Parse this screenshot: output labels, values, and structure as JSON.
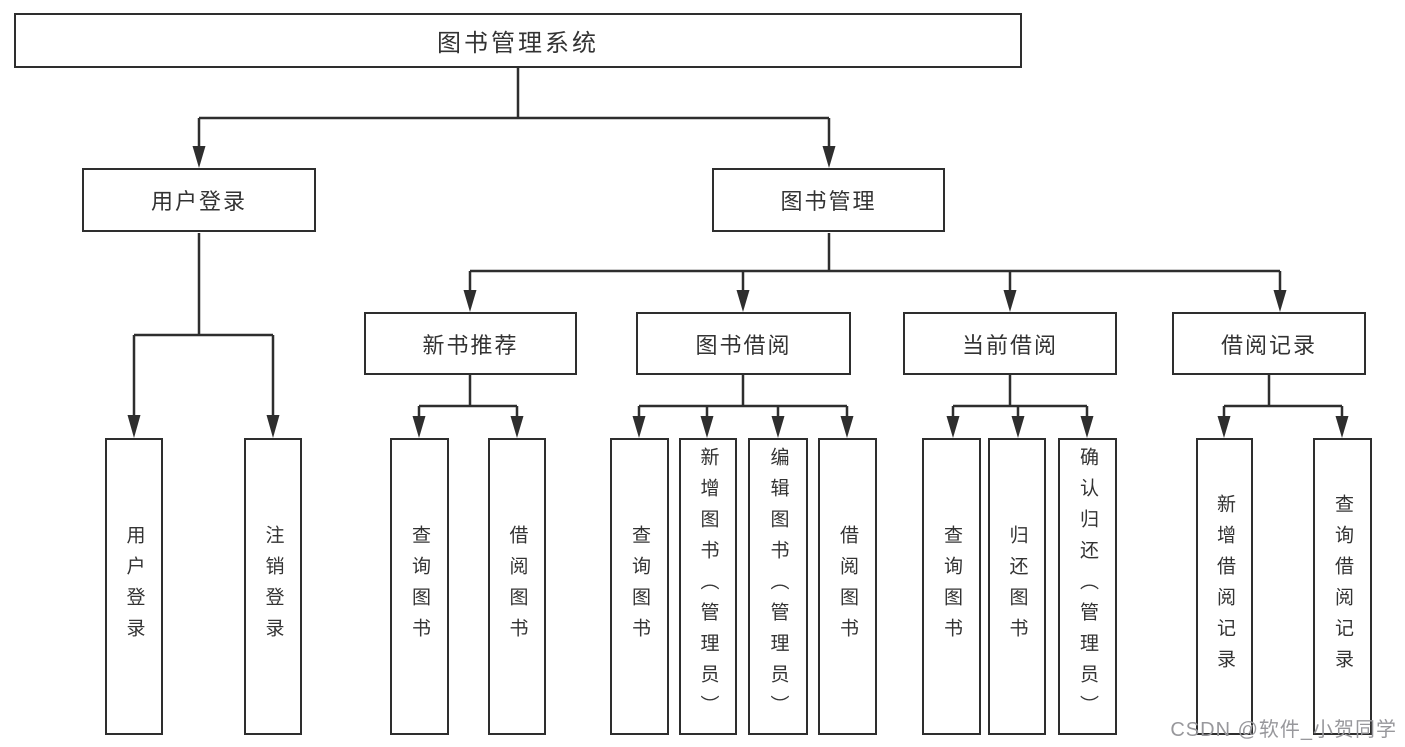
{
  "diagram": {
    "tree": {
      "label": "图书管理系统",
      "children": [
        {
          "label": "用户登录",
          "children": [
            {
              "label": "用户登录"
            },
            {
              "label": "注销登录"
            }
          ]
        },
        {
          "label": "图书管理",
          "children": [
            {
              "label": "新书推荐",
              "children": [
                {
                  "label": "查询图书"
                },
                {
                  "label": "借阅图书"
                }
              ]
            },
            {
              "label": "图书借阅",
              "children": [
                {
                  "label": "查询图书"
                },
                {
                  "label": "新增图书（管理员）"
                },
                {
                  "label": "编辑图书（管理员）"
                },
                {
                  "label": "借阅图书"
                }
              ]
            },
            {
              "label": "当前借阅",
              "children": [
                {
                  "label": "查询图书"
                },
                {
                  "label": "归还图书"
                },
                {
                  "label": "确认归还（管理员）"
                }
              ]
            },
            {
              "label": "借阅记录",
              "children": [
                {
                  "label": "新增借阅记录"
                },
                {
                  "label": "查询借阅记录"
                }
              ]
            }
          ]
        }
      ]
    },
    "watermark": "CSDN @软件_小贺同学",
    "colors": {
      "line": "#2e2e2e",
      "box_border": "#2e2e2e",
      "box_background": "#ffffff",
      "text": "#333333",
      "watermark_text": "#98989c",
      "page_background": "#ffffff"
    }
  }
}
